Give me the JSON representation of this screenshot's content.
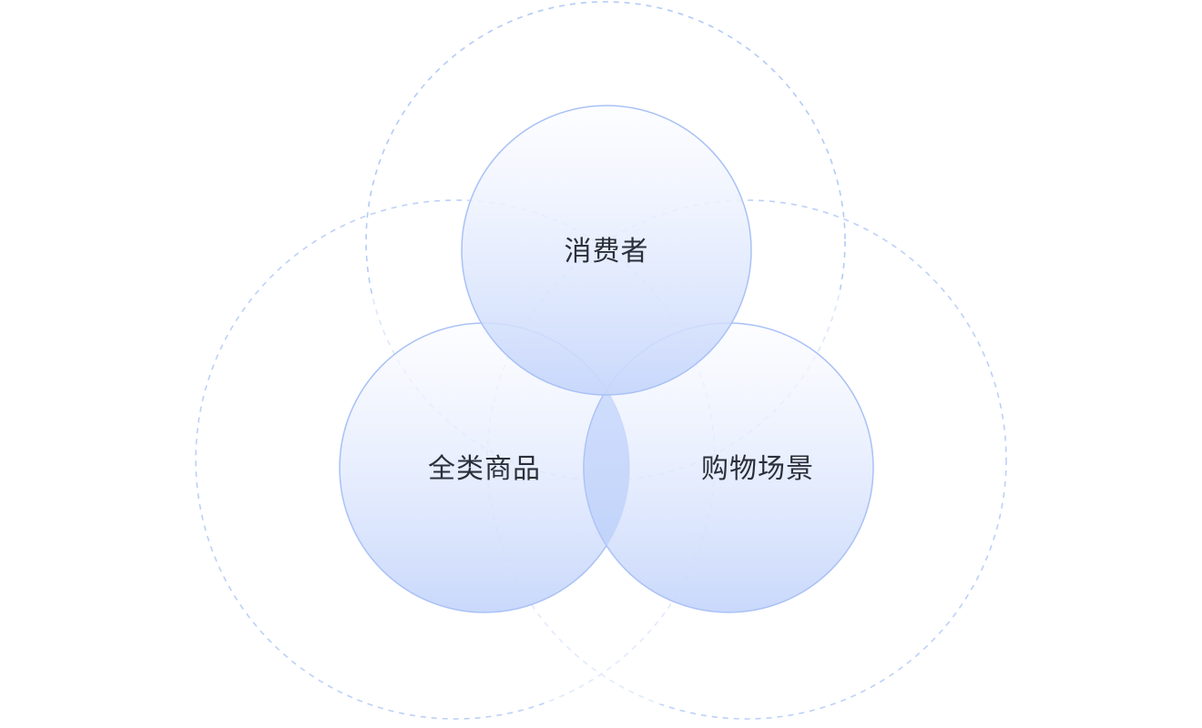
{
  "diagram": {
    "circles": [
      {
        "id": "consumer",
        "label": "消费者"
      },
      {
        "id": "all-goods",
        "label": "全类商品"
      },
      {
        "id": "shopping-scene",
        "label": "购物场景"
      }
    ],
    "colors": {
      "circle_fill_top": "#fbfcff",
      "circle_fill_bottom": "#c6d6fb",
      "circle_stroke": "#a9c1f6",
      "overlap_fill": "#adc4fa",
      "dashed_ring": "#9dbcf2",
      "label": "#2b2f3a"
    }
  }
}
